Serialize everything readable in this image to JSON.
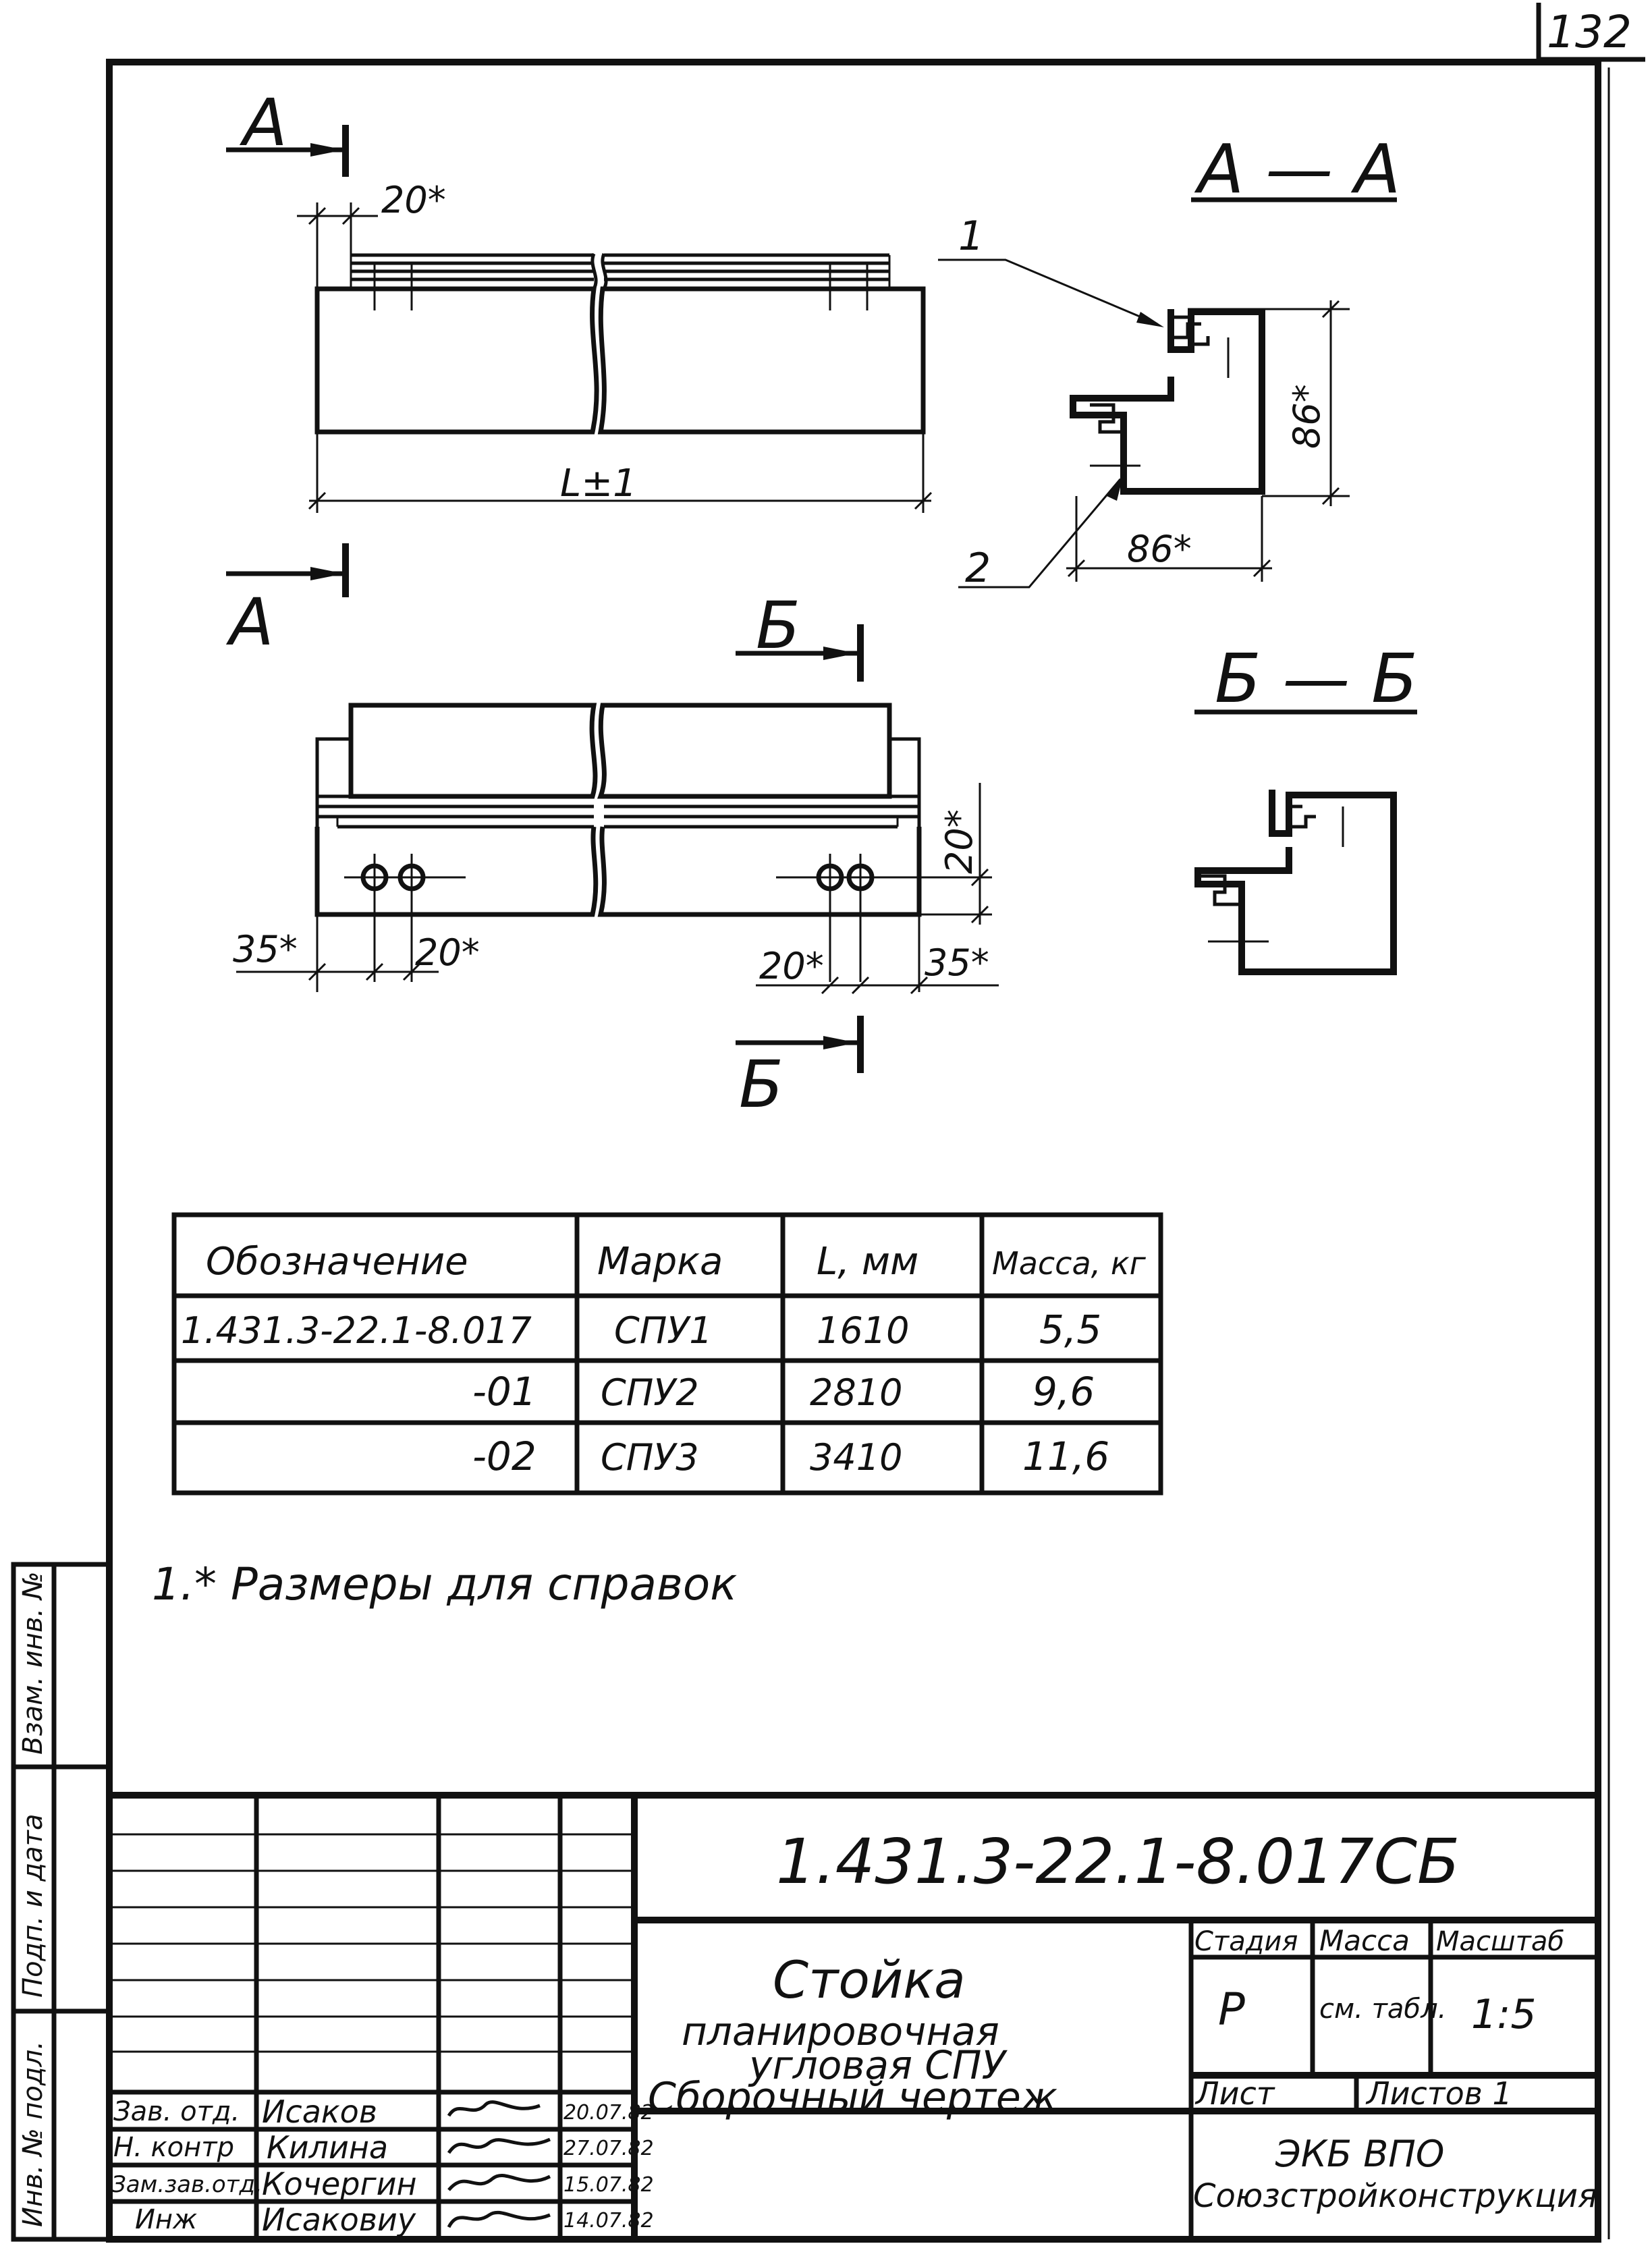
{
  "page_number": "132",
  "views": {
    "section_a": "A",
    "section_a_title": "A — A",
    "section_b": "Б",
    "section_b_title": "Б — Б",
    "length_dim": "L±1",
    "dim_20": "20*",
    "dim_35": "35*",
    "dim_86": "86*",
    "leader_1": "1",
    "leader_2": "2"
  },
  "spec_table": {
    "headers": [
      "Обозначение",
      "Марка",
      "L, мм",
      "Масса, кг"
    ],
    "rows": [
      [
        "1.431.3-22.1-8.017",
        "СПУ1",
        "1610",
        "5,5"
      ],
      [
        "-01",
        "СПУ2",
        "2810",
        "9,6"
      ],
      [
        "-02",
        "СПУ3",
        "3410",
        "11,6"
      ]
    ]
  },
  "note": "1.* Размеры для справок",
  "side_strip": [
    "Инв. № подл.",
    "Подп. и дата",
    "Взам. инв. №"
  ],
  "title_block": {
    "designation": "1.431.3-22.1-8.017СБ",
    "name_line1": "Стойка",
    "name_line2": "планировочная",
    "name_line3": "угловая СПУ",
    "name_line4": "Сборочный чертеж",
    "stage_header": "Стадия",
    "mass_header": "Масса",
    "scale_header": "Масштаб",
    "stage": "Р",
    "mass": "см. табл.",
    "scale": "1:5",
    "sheet_label": "Лист",
    "sheets_label": "Листов 1",
    "org_line1": "ЭКБ ВПО",
    "org_line2": "Союзстройконструкция",
    "signatures": [
      {
        "role": "Зав. отд.",
        "name": "Исаков",
        "date": "20.07.82"
      },
      {
        "role": "Н. контр",
        "name": "Килина",
        "date": "27.07.82"
      },
      {
        "role": "Зам.зав.отд.",
        "name": "Кочергин",
        "date": "15.07.82"
      },
      {
        "role": "Инж",
        "name": "Исаковиу",
        "date": "14.07.82"
      }
    ]
  }
}
